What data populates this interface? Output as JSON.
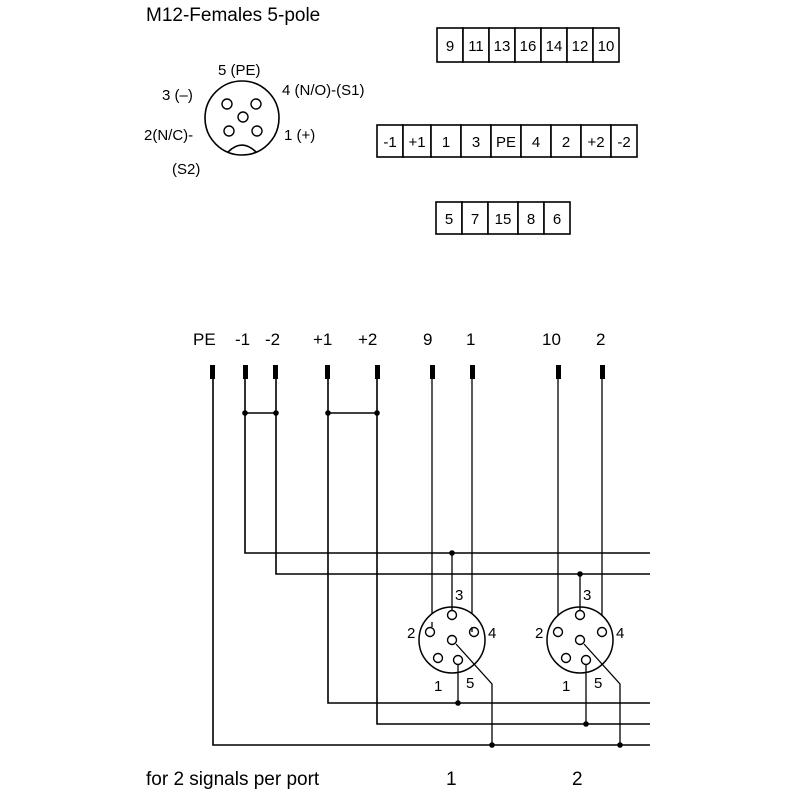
{
  "header": {
    "title": "M12-Females  5-pole"
  },
  "connector_legend": {
    "pin5": "5 (PE)",
    "pin3": "3 (–)",
    "pin4": "4  (N/O)-(S1)",
    "pin2": "2(N/C)-",
    "pin2b": "(S2)",
    "pin1": "1 (+)"
  },
  "terminal_rows": [
    [
      "9",
      "11",
      "13",
      "16",
      "14",
      "12",
      "10"
    ],
    [
      "-1",
      "+1",
      "1",
      "3",
      "PE",
      "4",
      "2",
      "+2",
      "-2"
    ],
    [
      "5",
      "7",
      "15",
      "8",
      "6"
    ]
  ],
  "wiring": {
    "top_terminals": [
      "PE",
      "-1",
      "-2",
      "+1",
      "+2",
      "9",
      "1",
      "10",
      "2"
    ],
    "port1_pins": {
      "p3": "3",
      "p2": "2",
      "p4": "4",
      "p1": "1",
      "p5": "5"
    },
    "port2_pins": {
      "p3": "3",
      "p2": "2",
      "p4": "4",
      "p1": "1",
      "p5": "5"
    }
  },
  "footer": {
    "caption": "for 2 signals per port",
    "port1": "1",
    "port2": "2"
  }
}
